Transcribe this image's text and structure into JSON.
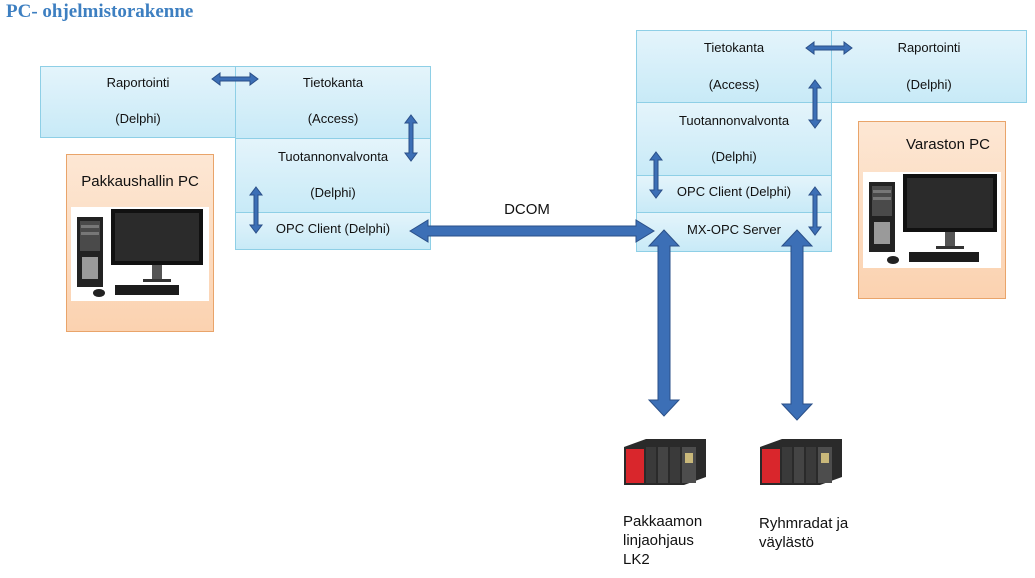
{
  "title": "PC- ohjelmistorakenne",
  "left_stack": {
    "raportointi": "Raportointi",
    "raportointi_sub": "(Delphi)",
    "tietokanta": "Tietokanta",
    "tietokanta_sub": "(Access)",
    "tuotannonvalvonta": "Tuotannonvalvonta",
    "tuotannonvalvonta_sub": "(Delphi)",
    "opc_client": "OPC Client (Delphi)"
  },
  "right_stack": {
    "tietokanta": "Tietokanta",
    "tietokanta_sub": "(Access)",
    "raportointi": "Raportointi",
    "raportointi_sub": "(Delphi)",
    "tuotannonvalvonta": "Tuotannonvalvonta",
    "tuotannonvalvonta_sub": "(Delphi)",
    "opc_client": "OPC Client (Delphi)",
    "mx_opc_server": "MX-OPC Server"
  },
  "link_label": "DCOM",
  "pc_left": {
    "title": "Pakkaushallin PC"
  },
  "pc_right": {
    "title": "Varaston PC"
  },
  "plc_left": {
    "line1": "Pakkaamon",
    "line2": "linjaohjaus",
    "line3": "LK2"
  },
  "plc_right": {
    "line1": "Ryhmradat ja",
    "line2": "väylästö"
  },
  "colors": {
    "box_fill": "#c8eaf7",
    "box_border": "#8ecfe6",
    "pc_fill": "#fbd2b0",
    "arrow": "#3c6fb6",
    "title": "#3d7fc1"
  }
}
